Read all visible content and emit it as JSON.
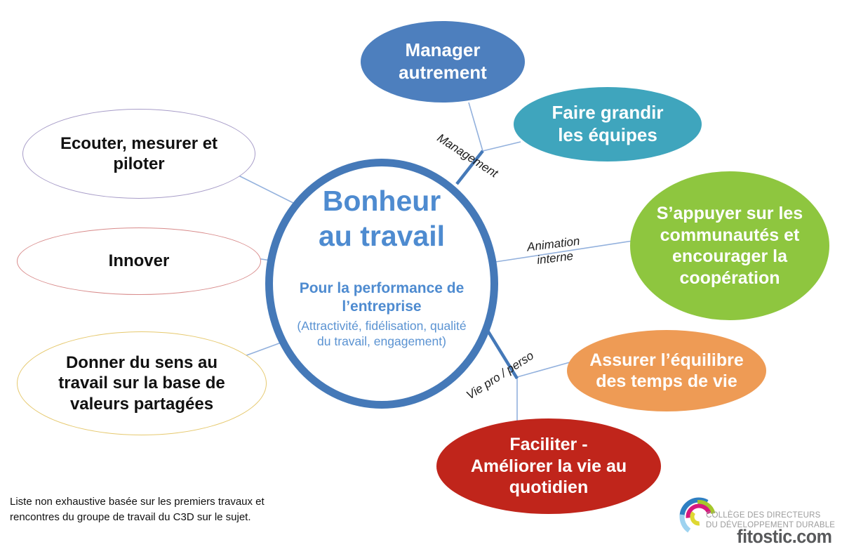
{
  "center": {
    "title": "Bonheur\nau travail",
    "subtitle": "Pour la performance de\nl’entreprise",
    "detail": "(Attractivité, fidélisation, qualité\ndu travail, engagement)"
  },
  "branches": {
    "management": "Management",
    "animation": "Animation\ninterne",
    "vie": "Vie pro / perso"
  },
  "nodes": [
    {
      "id": "manager",
      "label": "Manager\nautrement",
      "fill": "#4d7fbe"
    },
    {
      "id": "equipes",
      "label": "Faire grandir\nles équipes",
      "fill": "#3fa5bd"
    },
    {
      "id": "communautes",
      "label": "S’appuyer sur les\ncommunautés et\nencourager la\ncoopération",
      "fill": "#8ec63f"
    },
    {
      "id": "equilibre",
      "label": "Assurer l’équilibre\ndes temps de vie",
      "fill": "#ee9b55"
    },
    {
      "id": "faciliter",
      "label": "Faciliter -\nAméliorer la vie au\nquotidien",
      "fill": "#c0251b"
    },
    {
      "id": "ecouter",
      "label": "Ecouter, mesurer et\npiloter",
      "border": "#a79cc8"
    },
    {
      "id": "innover",
      "label": "Innover",
      "border": "#d88a8a"
    },
    {
      "id": "donner",
      "label": "Donner du sens au\ntravail sur la base de\nvaleurs partagées",
      "border": "#e6c96f"
    }
  ],
  "footer": {
    "note": "Liste non exhaustive basée sur les premiers travaux et\nrencontres du groupe de travail du C3D sur le sujet.",
    "watermark": "fitostic.com"
  },
  "logo": {
    "line1": "COLLÈGE DES DIRECTEURS",
    "line2": "DU DÉVELOPPEMENT DURABLE"
  },
  "colors": {
    "primary": "#4579b8",
    "title_text": "#4e8bd0",
    "detail_text": "#5b93d2",
    "connector": "#93b1dd",
    "logo_text": "#9b9b9b",
    "watermark_text": "#58595b"
  }
}
